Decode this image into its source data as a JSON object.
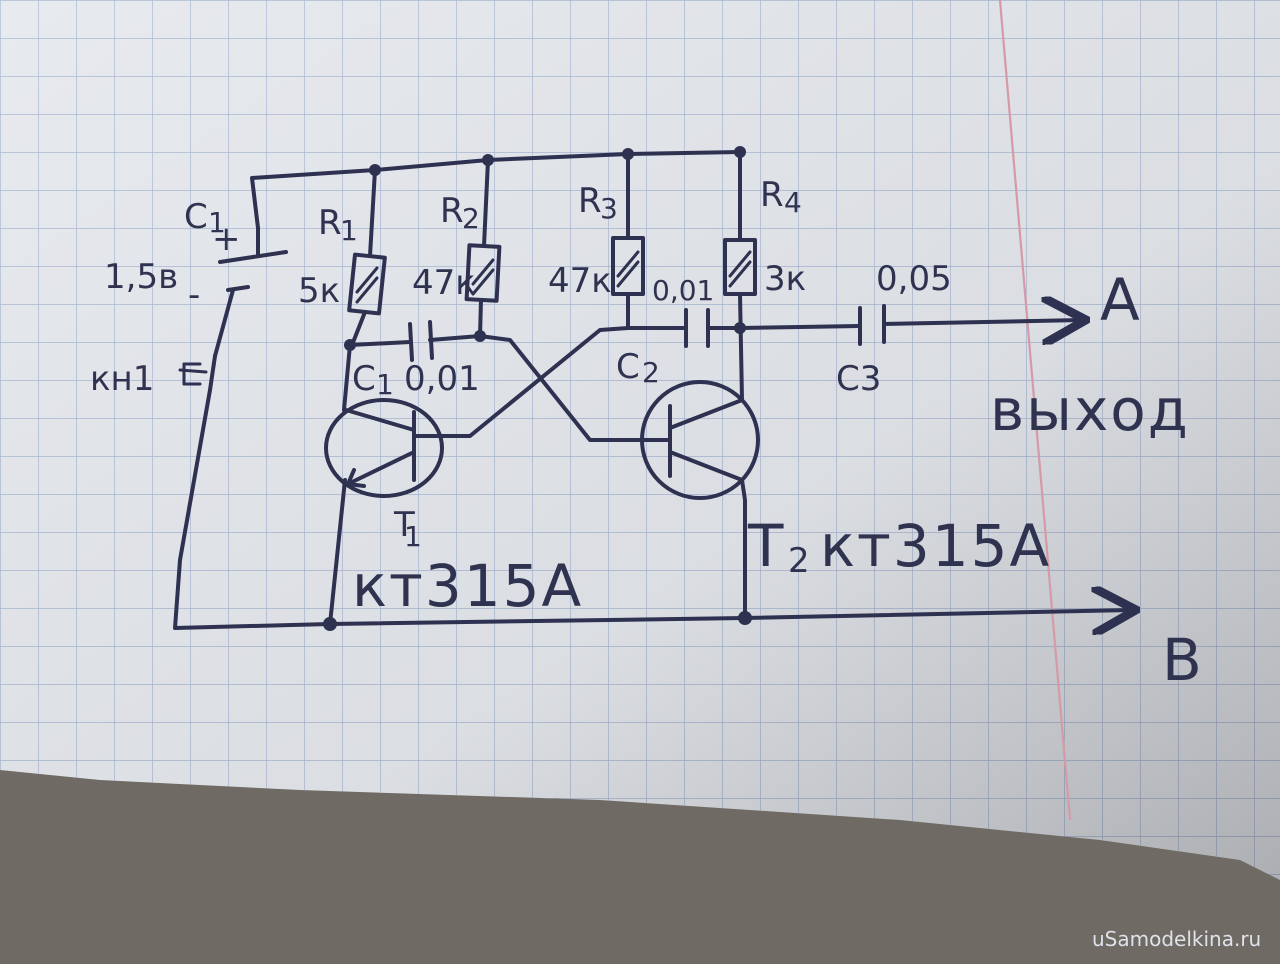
{
  "battery": {
    "name": "C",
    "name_sub": "1",
    "plus": "+",
    "minus": "-",
    "voltage": "1,5в"
  },
  "button": {
    "label": "кн1"
  },
  "resistors": {
    "r1": {
      "name": "R",
      "sub": "1",
      "value": "5к"
    },
    "r2": {
      "name": "R",
      "sub": "2",
      "value": "47к"
    },
    "r3": {
      "name": "R",
      "sub": "3",
      "value": "47к"
    },
    "r4": {
      "name": "R",
      "sub": "4",
      "value": "3к"
    }
  },
  "capacitors": {
    "c1": {
      "name": "C",
      "sub": "1",
      "value": "0,01"
    },
    "c2": {
      "name": "C",
      "sub": "2",
      "value": "0,01"
    },
    "c3": {
      "name": "C3",
      "value": "0,05"
    }
  },
  "transistors": {
    "t1": {
      "name": "T",
      "sub": "1",
      "model": "кт315А"
    },
    "t2": {
      "name": "T",
      "sub": "2",
      "model": "кт315А"
    }
  },
  "outputs": {
    "a": "А",
    "b": "В",
    "label": "выход"
  },
  "watermark": "uSamodelkina.ru",
  "colors": {
    "paper": "#e6e9ee",
    "grid": "#a9b8d6",
    "ink": "#2e3150",
    "margin_line": "#d59aa7"
  }
}
